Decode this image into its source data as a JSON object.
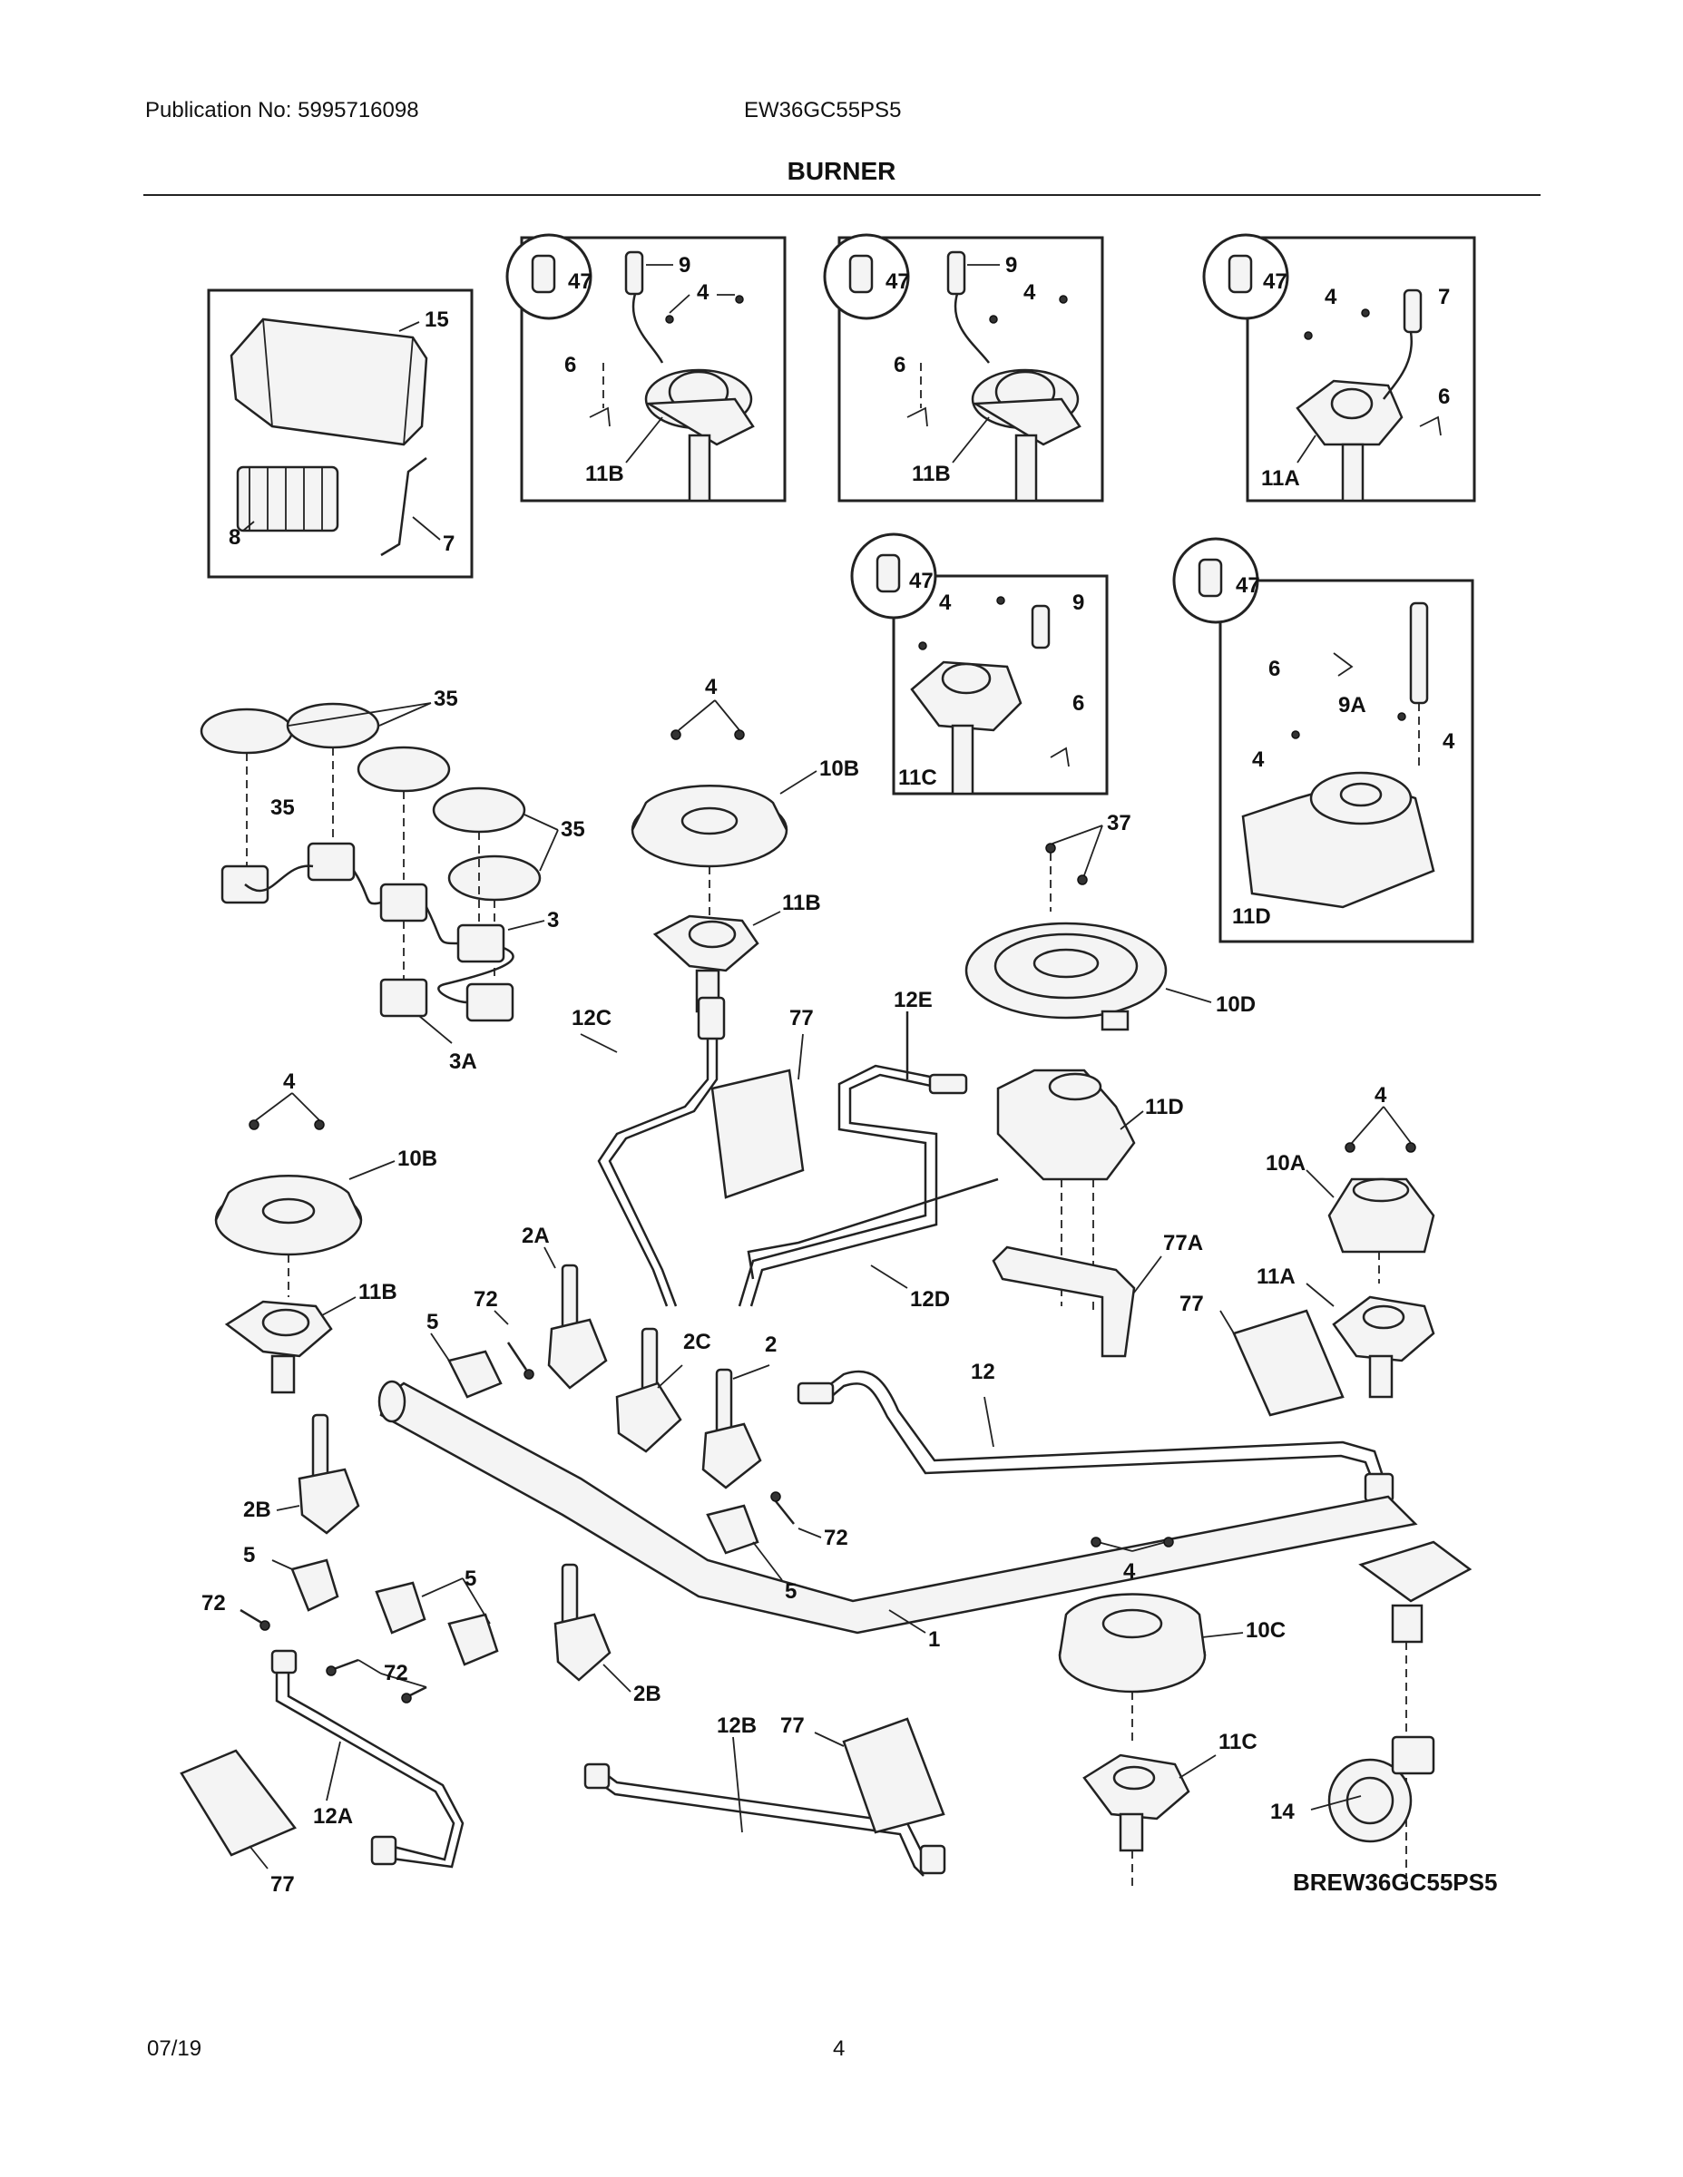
{
  "header": {
    "publication": "Publication No: 5995716098",
    "model": "EW36GC55PS5",
    "title": "BURNER"
  },
  "footer": {
    "date": "07/19",
    "page": "4"
  },
  "diagram_code": "BREW36GC55PS5",
  "callouts": {
    "p1": "1",
    "p2": "2",
    "p2a": "2A",
    "p2b": "2B",
    "p2c": "2C",
    "p3": "3",
    "p3a": "3A",
    "p4": "4",
    "p5": "5",
    "p6": "6",
    "p7": "7",
    "p8": "8",
    "p9": "9",
    "p9a": "9A",
    "p10a": "10A",
    "p10b": "10B",
    "p10c": "10C",
    "p10d": "10D",
    "p11a": "11A",
    "p11b": "11B",
    "p11c": "11C",
    "p11d": "11D",
    "p12": "12",
    "p12a": "12A",
    "p12b": "12B",
    "p12c": "12C",
    "p12d": "12D",
    "p12e": "12E",
    "p14": "14",
    "p15": "15",
    "p35": "35",
    "p37": "37",
    "p47": "47",
    "p72": "72",
    "p77": "77",
    "p77a": "77A"
  }
}
